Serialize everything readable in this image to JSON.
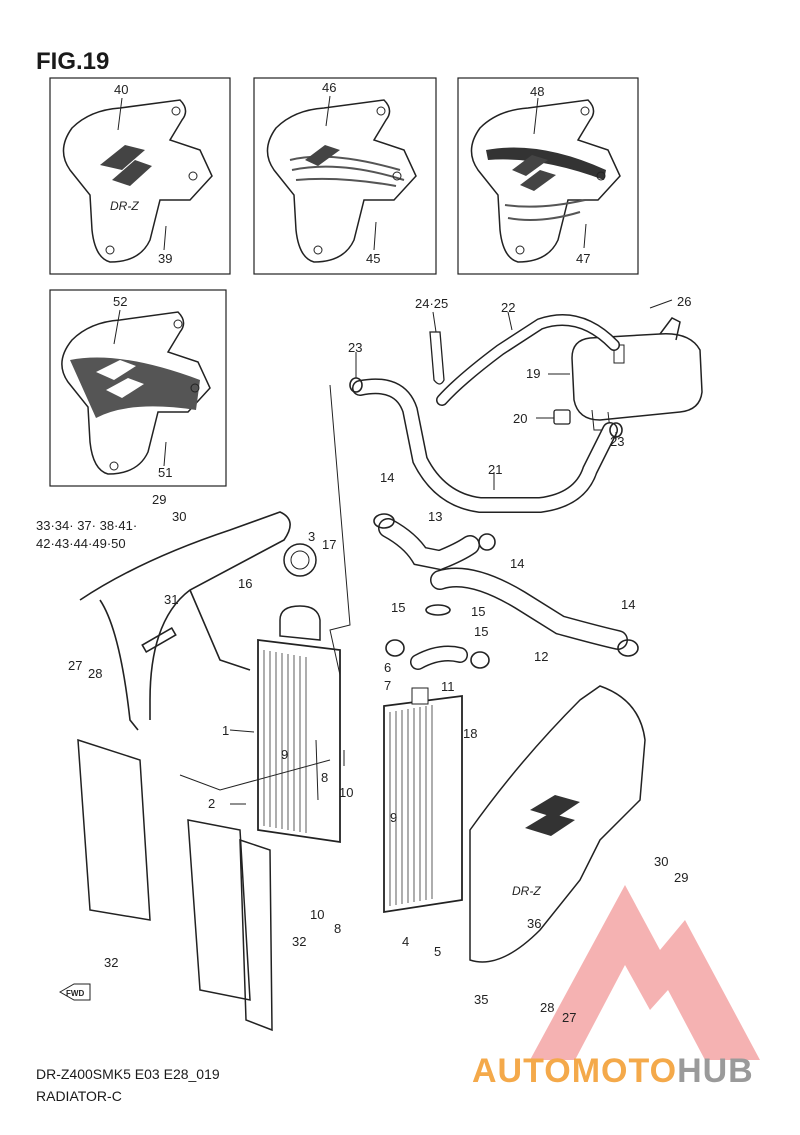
{
  "figure": {
    "title": "FIG.19",
    "code": "DR-Z400SMK5 E03 E28_019",
    "name": "RADIATOR-C"
  },
  "watermark": {
    "part1": "AUTOMOTO",
    "part2": "HUB",
    "colors": {
      "orange": "#f4a94a",
      "gray": "#9a9a9a",
      "red": "#e03030"
    }
  },
  "emblem": {
    "text": "DR-Z"
  },
  "fwd_label": "FWD",
  "callouts": [
    "40",
    "39",
    "46",
    "45",
    "48",
    "47",
    "52",
    "51",
    "24·25",
    "22",
    "26",
    "19",
    "20",
    "23",
    "23",
    "21",
    "29",
    "30",
    "33·34· 37· 38·41·",
    "42·43·44·49·50",
    "14",
    "13",
    "14",
    "3",
    "17",
    "16",
    "31",
    "15",
    "15",
    "15",
    "14",
    "12",
    "6",
    "7",
    "11",
    "27",
    "28",
    "1",
    "9",
    "8",
    "10",
    "18",
    "2",
    "9",
    "10",
    "8",
    "4",
    "5",
    "30",
    "29",
    "36",
    "32",
    "32",
    "35",
    "28",
    "27"
  ]
}
